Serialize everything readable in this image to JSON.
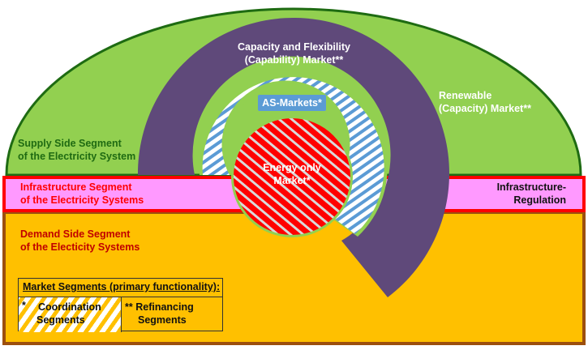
{
  "diagram": {
    "supply_side": {
      "label_line1": "Supply Side Segment",
      "label_line2": "of the Electricity System",
      "color": "#92d050",
      "text_color": "#1f6b12"
    },
    "capacity_market": {
      "label_line1": "Capacity and Flexibility",
      "label_line2": "(Capability) Market**",
      "color": "#5f497a"
    },
    "renewable_market": {
      "label_line1": "Renewable",
      "label_line2": "(Capacity) Market**"
    },
    "as_markets": {
      "label": "AS-Markets*",
      "stripe_color": "#5b9bd5"
    },
    "energy_only_market": {
      "label_line1": "Energy only",
      "label_line2": "Market*",
      "color": "#ff0000"
    },
    "infrastructure": {
      "label_line1": "Infrastructure Segment",
      "label_line2": "of the Electricity Systems",
      "color": "#ff99ff",
      "border": "#ff0000"
    },
    "infrastructure_regulation": {
      "label_line1": "Infrastructure-",
      "label_line2": "Regulation"
    },
    "demand_side": {
      "label_line1": "Demand Side Segment",
      "label_line2": "of the Electicity Systems",
      "color": "#ffc000",
      "border": "#9c4f0e"
    }
  },
  "legend": {
    "title": "Market Segments (primary functionality):",
    "items": [
      {
        "marker": "*",
        "label_line1": "Coordination",
        "label_line2": "Segments"
      },
      {
        "marker": "**",
        "label_line1": "Refinancing",
        "label_line2": "Segments"
      }
    ]
  }
}
